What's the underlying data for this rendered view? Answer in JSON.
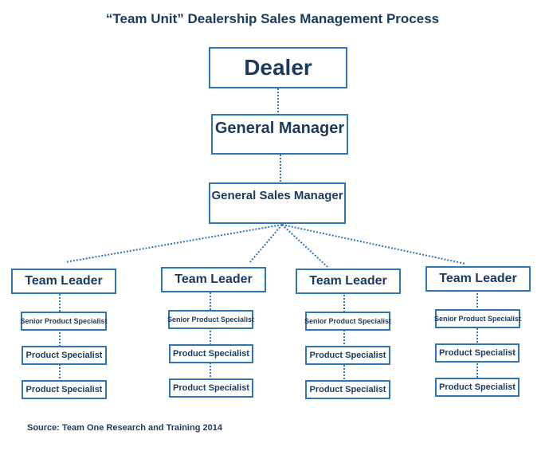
{
  "title": "“Team Unit” Dealership Sales Management Process",
  "hierarchy": {
    "dealer": "Dealer",
    "general_manager": "General Manager",
    "general_sales_manager": "General Sales Manager",
    "teams": [
      {
        "leader": "Team Leader",
        "senior": "Senior Product Specialist",
        "specialists": [
          "Product Specialist",
          "Product Specialist"
        ]
      },
      {
        "leader": "Team Leader",
        "senior": "Senior Product Specialist",
        "specialists": [
          "Product Specialist",
          "Product Specialist"
        ]
      },
      {
        "leader": "Team Leader",
        "senior": "Senior Product Specialist",
        "specialists": [
          "Product Specialist",
          "Product Specialist"
        ]
      },
      {
        "leader": "Team Leader",
        "senior": "Senior Product Specialist",
        "specialists": [
          "Product Specialist",
          "Product Specialist"
        ]
      }
    ]
  },
  "source": "Source: Team One Research and Training 2014",
  "colors": {
    "border": "#2e75b6",
    "text": "#1b3a5c",
    "connector": "#2e75b6"
  }
}
